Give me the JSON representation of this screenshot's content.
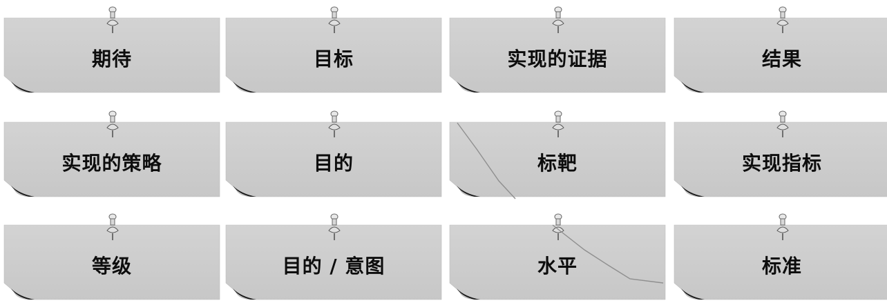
{
  "cards": [
    {
      "label": "期待"
    },
    {
      "label": "目标"
    },
    {
      "label": "实现的证据"
    },
    {
      "label": "结果"
    },
    {
      "label": "实现的策略"
    },
    {
      "label": "目的"
    },
    {
      "label": "标靶"
    },
    {
      "label": "实现指标"
    },
    {
      "label": "等级"
    },
    {
      "label": "目的 / 意图"
    },
    {
      "label": "水平"
    },
    {
      "label": "标准"
    }
  ],
  "colors": {
    "paper": "#cfcfcf",
    "paper_edge": "#bdbdbd",
    "curl_shadow": "#1a1a1a",
    "text": "#0d0d0d",
    "pin": "#9a9a9a"
  },
  "icons": {
    "pin": "push-pin-icon"
  }
}
